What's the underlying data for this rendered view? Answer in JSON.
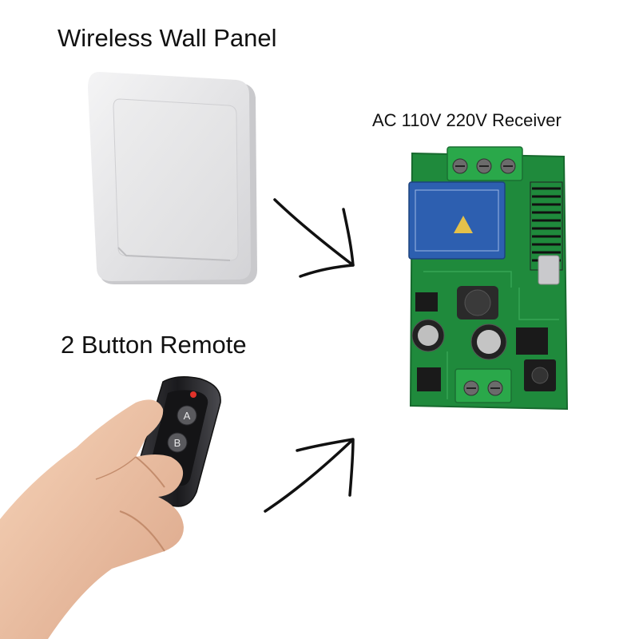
{
  "labels": {
    "wall_panel": "Wireless Wall Panel",
    "remote": "2 Button Remote",
    "receiver": "AC 110V 220V Receiver"
  },
  "remote_buttons": [
    "A",
    "B"
  ],
  "colors": {
    "background": "#ffffff",
    "panel": "#e9e9ea",
    "pcb": "#1f8a3c",
    "terminal": "#2aa84a",
    "relay": "#2d5fb0",
    "skin": "#f0c7a6"
  },
  "icons": [
    "arrow-to-receiver",
    "arrow-to-receiver"
  ]
}
